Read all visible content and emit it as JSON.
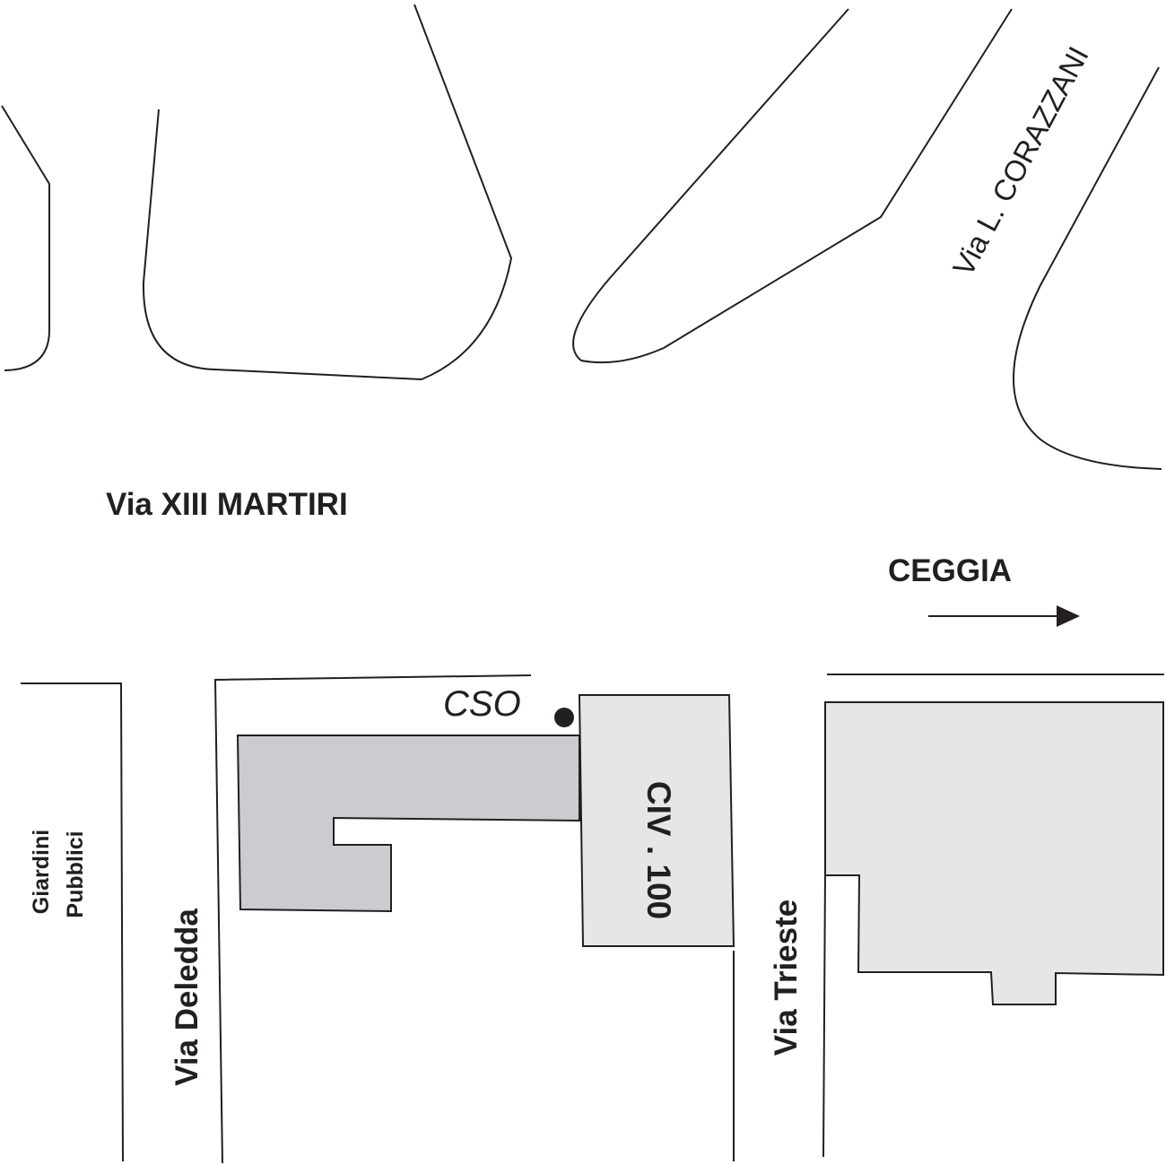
{
  "labels": {
    "via_xiii_martiri": "Via XIII MARTIRI",
    "via_corazzani": "Via L. CORAZZANI",
    "ceggia": "CEGGIA",
    "cso": "CSO",
    "civ_100": "CIV . 100",
    "via_deledda": "Via Deledda",
    "via_trieste": "Via Trieste",
    "giardini": "Giardini",
    "pubblici": "Pubblici"
  },
  "colors": {
    "line": "#231f20",
    "building_dark": "#cbccd0",
    "building_light": "#e5e6e8"
  }
}
